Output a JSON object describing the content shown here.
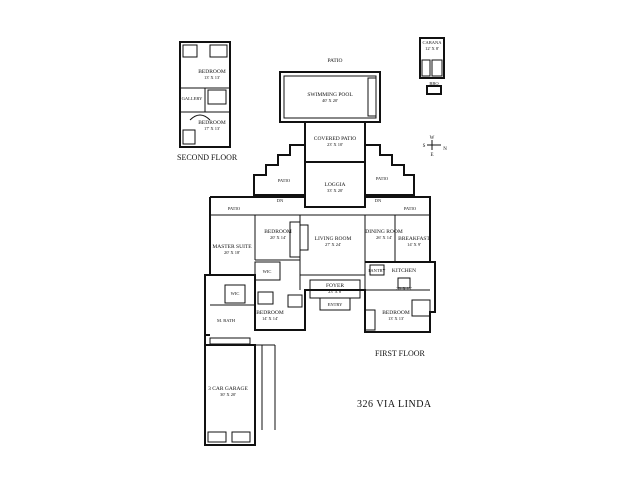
{
  "title": "326 VIA LINDA",
  "floors": {
    "second": "SECOND FLOOR",
    "first": "FIRST FLOOR"
  },
  "compass": {
    "n": "N",
    "s": "S",
    "e": "E",
    "w": "W"
  },
  "second_floor_rooms": [
    {
      "name": "BEDROOM",
      "dim": "13' X 13'"
    },
    {
      "name": "GALLERY",
      "dim": ""
    },
    {
      "name": "BEDROOM",
      "dim": "17' X 13'"
    }
  ],
  "rooms": {
    "patio_top": "PATIO",
    "pool": {
      "name": "SWIMMING POOL",
      "dim": "40' X 20'"
    },
    "cabana": {
      "name": "CABANA",
      "dim": "12' X 8'"
    },
    "bbq": "BBQ",
    "covered_patio": {
      "name": "COVERED PATIO",
      "dim": "23' X 10'"
    },
    "patio_left": "PATIO",
    "patio_right": "PATIO",
    "loggia": {
      "name": "LOGGIA",
      "dim": "33' X 20'"
    },
    "patio_wing_left": "PATIO",
    "patio_wing_right": "PATIO",
    "bedroom_center": {
      "name": "BEDROOM",
      "dim": "20' X 14'"
    },
    "living_room": {
      "name": "LIVING ROOM",
      "dim": "27' X 24'"
    },
    "dining_room": {
      "name": "DINING ROOM",
      "dim": "26' X 14'"
    },
    "breakfast": {
      "name": "BREAKFAST",
      "dim": "14' X 9'"
    },
    "master_suite": {
      "name": "MASTER SUITE",
      "dim": "20' X 18'"
    },
    "wic_a": "WIC",
    "wic_b": "WIC",
    "kitchen": {
      "name": "KITCHEN",
      "dim": "20' X 15'"
    },
    "pantry": "PANTRY",
    "foyer": {
      "name": "FOYER",
      "dim": "23' X 8'"
    },
    "entry": "ENTRY",
    "m_bath": "M. BATH",
    "bedroom_lower": {
      "name": "BEDROOM",
      "dim": "14' X 14'"
    },
    "bedroom_right": {
      "name": "BEDROOM",
      "dim": "13' X 13'"
    },
    "garage": {
      "name": "3 CAR GARAGE",
      "dim": "30' X 20'"
    },
    "dn_a": "DN",
    "dn_b": "DN"
  }
}
